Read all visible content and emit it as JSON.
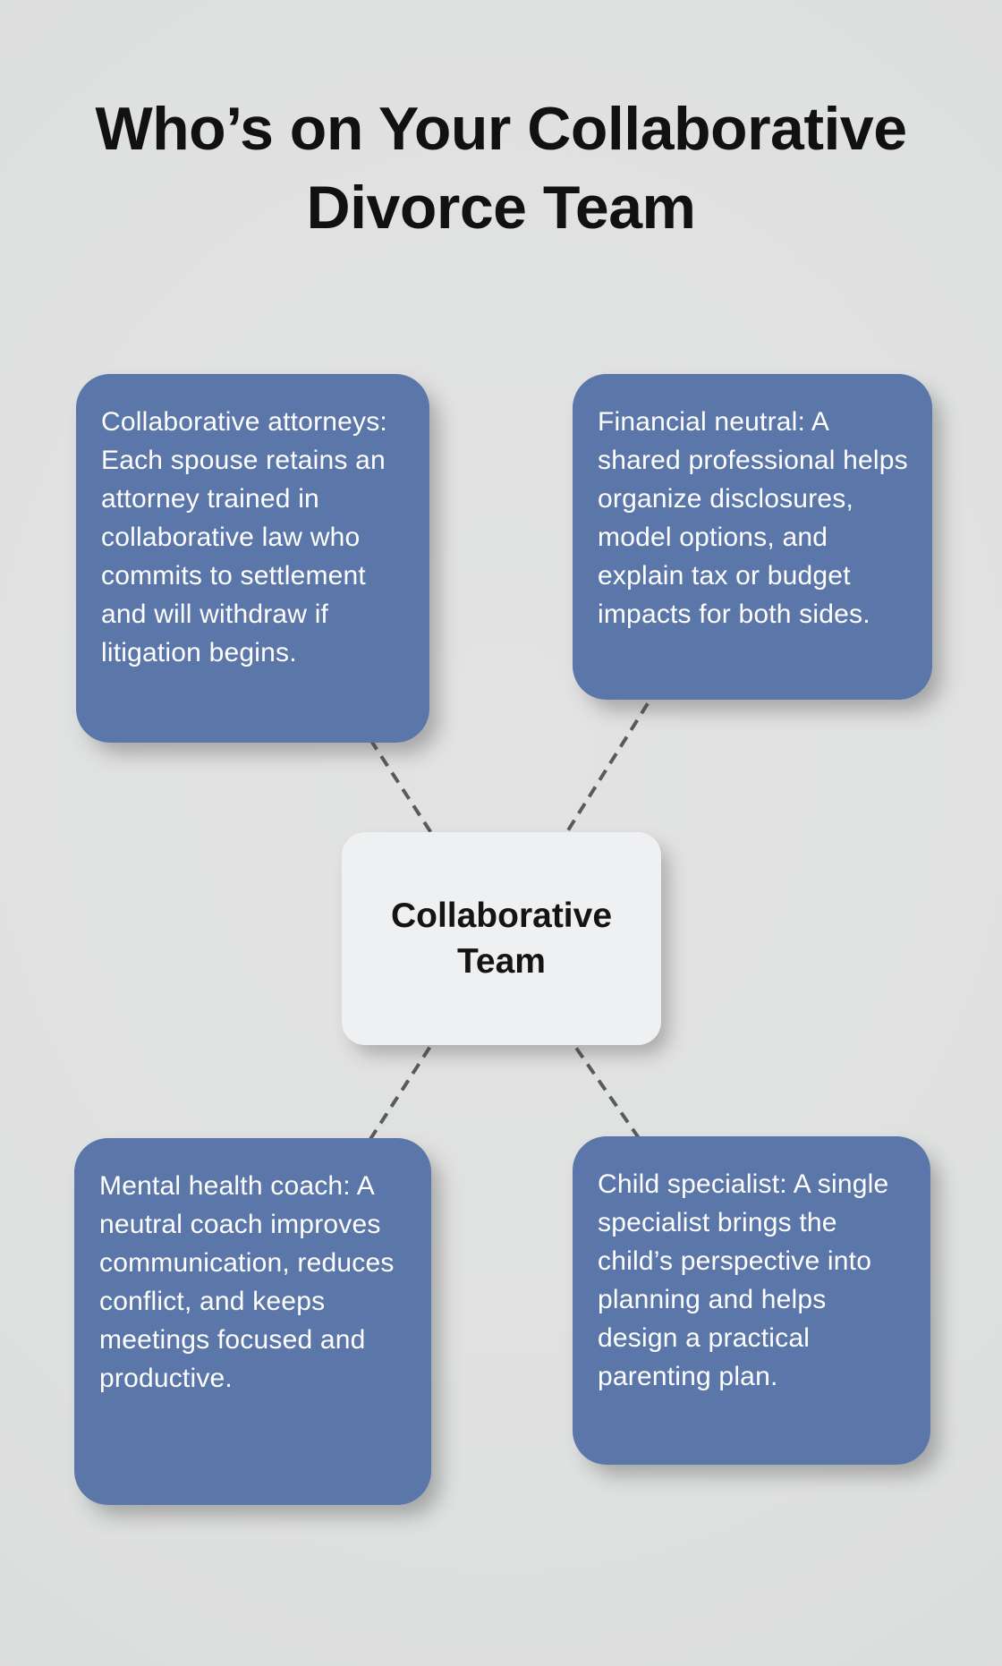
{
  "title": {
    "line1": "Who’s on Your Collaborative",
    "line2": "Divorce Team"
  },
  "center": {
    "label": "Collaborative Team"
  },
  "nodes": [
    {
      "id": "collaborative-attorneys",
      "text": "Collaborative attorneys: Each spouse retains an attorney trained in collaborative law who commits to settlement and will withdraw if litigation begins."
    },
    {
      "id": "financial-neutral",
      "text": "Financial neutral: A shared professional helps organize disclosures, model options, and explain tax or budget impacts for both sides."
    },
    {
      "id": "mental-health-coach",
      "text": "Mental health coach: A neutral coach improves communication, reduces conflict, and keeps meetings focused and productive."
    },
    {
      "id": "child-specialist",
      "text": "Child specialist: A single specialist brings the child’s perspective into planning and helps design a practical parenting plan."
    }
  ],
  "colors": {
    "background": "#dfe0e0",
    "node_fill": "#5b76a9",
    "node_text": "#ffffff",
    "center_fill": "#eff0f2",
    "center_text": "#141414",
    "connector": "#595a5a",
    "title_text": "#111111"
  }
}
